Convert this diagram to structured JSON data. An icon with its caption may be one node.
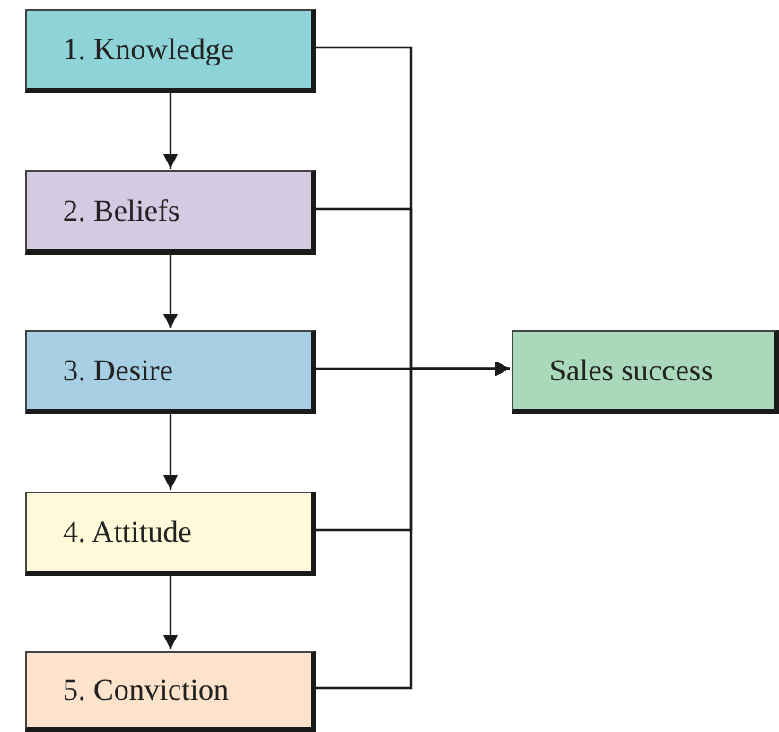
{
  "diagram": {
    "nodes": [
      {
        "text": [
          "1. Knowledge"
        ]
      },
      {
        "text": [
          "2. Beliefs"
        ]
      },
      {
        "text": [
          "3. Desire"
        ]
      },
      {
        "text": [
          "4. Attitude"
        ]
      },
      {
        "text": [
          "5. Conviction"
        ]
      },
      {
        "text": [
          "Sales success"
        ]
      }
    ],
    "edges": [
      {
        "from": 0,
        "to": 1,
        "arrow": "to"
      },
      {
        "from": 1,
        "to": 2,
        "arrow": "to"
      },
      {
        "from": 2,
        "to": 3,
        "arrow": "to"
      },
      {
        "from": 3,
        "to": 4,
        "arrow": "to"
      },
      {
        "from": 0,
        "to": 5,
        "arrow": "to"
      },
      {
        "from": 1,
        "to": 5,
        "arrow": "to"
      },
      {
        "from": 2,
        "to": 5,
        "arrow": "to"
      },
      {
        "from": 3,
        "to": 5,
        "arrow": "to"
      },
      {
        "from": 4,
        "to": 5,
        "arrow": "to"
      }
    ]
  }
}
